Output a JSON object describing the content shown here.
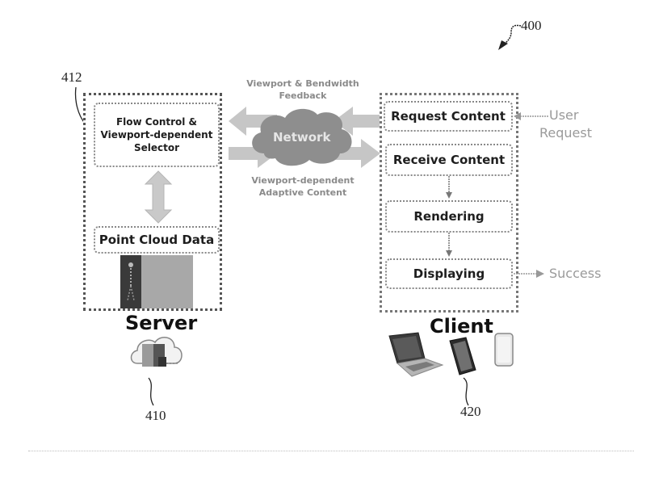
{
  "figure": {
    "ref_number": "400",
    "server_ref": "412",
    "server_device_ref": "410",
    "client_ref": "420"
  },
  "server": {
    "label": "Server",
    "selector_box": "Flow Control & Viewport-dependent Selector",
    "selector_lines": [
      "Flow Control &",
      "Viewport-dependent",
      "Selector"
    ],
    "data_box": "Point Cloud Data"
  },
  "network": {
    "label": "Network",
    "feedback_label_lines": [
      "Viewport & Bendwidth",
      "Feedback"
    ],
    "content_label_lines": [
      "Viewport-dependent",
      "Adaptive Content"
    ]
  },
  "client": {
    "label": "Client",
    "steps": [
      "Request Content",
      "Receive Content",
      "Rendering",
      "Displaying"
    ],
    "input_label_lines": [
      "User",
      "Request"
    ],
    "output_label": "Success",
    "devices": [
      "laptop-icon",
      "tablet-icon",
      "phone-icon"
    ]
  }
}
